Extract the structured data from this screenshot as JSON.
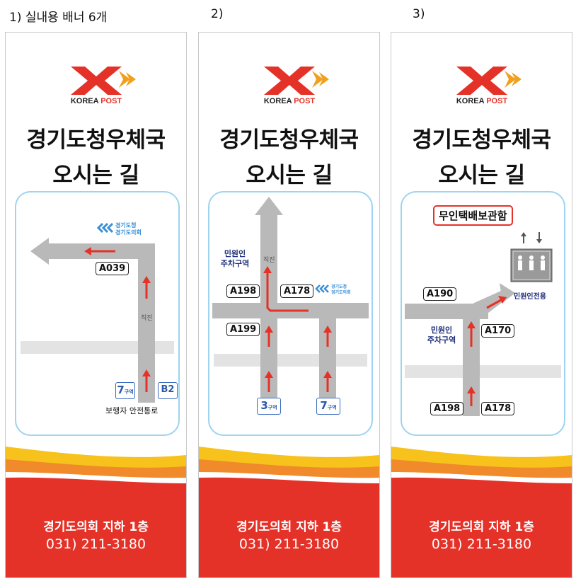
{
  "headers": [
    "1) 실내용 배너 6개",
    "2)",
    "3)"
  ],
  "brand": {
    "logo_text": "KOREA POST",
    "colors": {
      "red": "#e53228",
      "orange": "#f0a01e",
      "blue": "#3a8fd6",
      "navy": "#1f2f7a"
    }
  },
  "banners": [
    {
      "title1": "경기도청우체국",
      "title2": "오시는 길",
      "footer1": "경기도의회 지하 1층",
      "footer2": "031) 211-3180",
      "dest1": "경기도청",
      "dest2": "경기도의회",
      "label_a039": "A039",
      "straight": "직진",
      "zone7": "7",
      "zone_suffix": "구역",
      "label_b2": "B2",
      "walkway": "보행자 안전통로"
    },
    {
      "title1": "경기도청우체국",
      "title2": "오시는 길",
      "footer1": "경기도의회 지하 1층",
      "footer2": "031) 211-3180",
      "civil1": "민원인",
      "civil2": "주차구역",
      "straight": "직진",
      "label_a198": "A198",
      "label_a178": "A178",
      "label_a199": "A199",
      "dest1": "경기도청",
      "dest2": "경기도의회",
      "zone3": "3",
      "zone7": "7",
      "zone_suffix": "구역"
    },
    {
      "title1": "경기도청우체국",
      "title2": "오시는 길",
      "footer1": "경기도의회 지하 1층",
      "footer2": "031) 211-3180",
      "box_title": "무인택배보관함",
      "label_a190": "A190",
      "elevator_label": "민원인전용",
      "civil1": "민원인",
      "civil2": "주차구역",
      "label_a170": "A170",
      "label_a198": "A198",
      "label_a178": "A178"
    }
  ]
}
